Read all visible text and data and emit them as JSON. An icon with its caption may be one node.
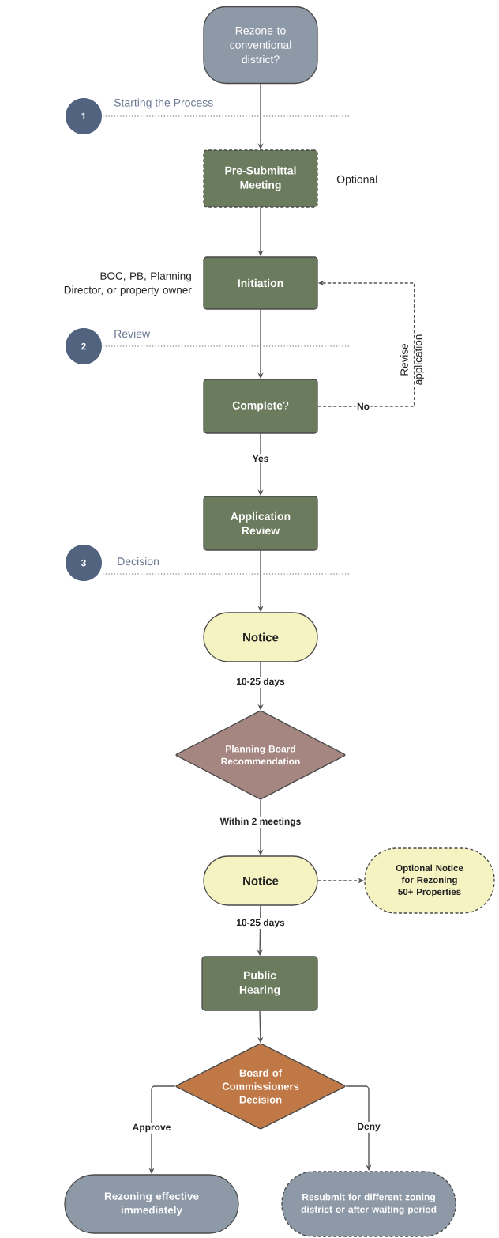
{
  "diagram": {
    "nodes": [
      {
        "text": [
          "Rezone to conventional district?"
        ]
      },
      {
        "text": [
          "1"
        ],
        "beside": [
          "Starting the Process"
        ]
      },
      {
        "text": [
          "Pre-Submittal Meeting"
        ],
        "beside": [
          "Optional"
        ]
      },
      {
        "text": [
          "Initiation"
        ],
        "beside": [
          "BOC, PB, Planning Director, or property owner"
        ]
      },
      {
        "text": [
          "2"
        ],
        "beside": [
          "Review"
        ]
      },
      {
        "text": [
          "**Complete**?"
        ]
      },
      {
        "text": [
          "Application Review"
        ]
      },
      {
        "text": [
          "3"
        ],
        "beside": [
          "Decision"
        ]
      },
      {
        "text": [
          "Notice"
        ]
      },
      {
        "text": [
          "Planning Board Recommendation"
        ]
      },
      {
        "text": [
          "Notice"
        ]
      },
      {
        "text": [
          "Optional Notice for Rezoning 50+ Properties"
        ]
      },
      {
        "text": [
          "Public Hearing"
        ]
      },
      {
        "text": [
          "Board of Commissioners Decision"
        ]
      },
      {
        "text": [
          "Rezoning effective immediately"
        ]
      },
      {
        "text": [
          "Resubmit for different zoning district or after waiting period"
        ]
      }
    ],
    "edges": [
      {
        "from": 0,
        "to": 2,
        "arrow": "to"
      },
      {
        "from": 2,
        "to": 3,
        "arrow": "to"
      },
      {
        "from": 3,
        "to": 5,
        "arrow": "to"
      },
      {
        "from": 5,
        "to": 3,
        "arrow": "to",
        "label": "No",
        "style": "dashed"
      },
      {
        "from": 5,
        "to": 6,
        "arrow": "to",
        "label": "Yes"
      },
      {
        "from": 6,
        "to": 8,
        "arrow": "to"
      },
      {
        "from": 8,
        "to": 9,
        "arrow": "to",
        "label": "10-25 days"
      },
      {
        "from": 9,
        "to": 10,
        "arrow": "to",
        "label": "Within 2 meetings"
      },
      {
        "from": 10,
        "to": 11,
        "arrow": "to",
        "style": "dashed"
      },
      {
        "from": 10,
        "to": 12,
        "arrow": "to",
        "label": "10-25 days"
      },
      {
        "from": 12,
        "to": 13,
        "arrow": "to"
      },
      {
        "from": 13,
        "to": 14,
        "arrow": "to",
        "label": "Approve"
      },
      {
        "from": 13,
        "to": 15,
        "arrow": "to",
        "label": "Deny"
      }
    ],
    "labels": [
      "Revise application"
    ]
  }
}
